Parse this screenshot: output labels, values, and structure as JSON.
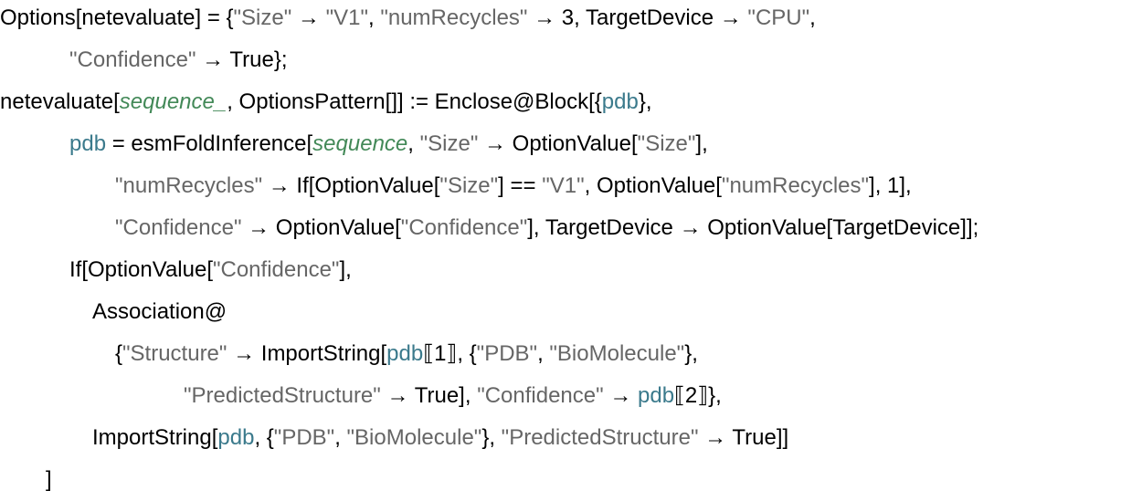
{
  "colors": {
    "string": "#666666",
    "pattern_var": "#438958",
    "local_var": "#3b7a8c",
    "plain": "#000000"
  },
  "lines": [
    {
      "indent": 0,
      "tokens": [
        [
          "plain",
          "Options[netevaluate] = {"
        ],
        [
          "str",
          "\"Size\""
        ],
        [
          "plain",
          " → "
        ],
        [
          "str",
          "\"V1\""
        ],
        [
          "plain",
          ", "
        ],
        [
          "str",
          "\"numRecycles\""
        ],
        [
          "plain",
          " → 3, TargetDevice → "
        ],
        [
          "str",
          "\"CPU\""
        ],
        [
          "plain",
          ","
        ]
      ]
    },
    {
      "indent": 3,
      "tokens": [
        [
          "str",
          "\"Confidence\""
        ],
        [
          "plain",
          " → True};"
        ]
      ]
    },
    {
      "indent": 0,
      "tokens": [
        [
          "plain",
          "netevaluate["
        ],
        [
          "var",
          "sequence_"
        ],
        [
          "plain",
          ", OptionsPattern[]] := Enclose@Block[{"
        ],
        [
          "loc",
          "pdb"
        ],
        [
          "plain",
          "},"
        ]
      ]
    },
    {
      "indent": 3,
      "tokens": [
        [
          "loc",
          "pdb"
        ],
        [
          "plain",
          " = esmFoldInference["
        ],
        [
          "var",
          "sequence"
        ],
        [
          "plain",
          ", "
        ],
        [
          "str",
          "\"Size\""
        ],
        [
          "plain",
          " → OptionValue["
        ],
        [
          "str",
          "\"Size\""
        ],
        [
          "plain",
          "],"
        ]
      ]
    },
    {
      "indent": 5,
      "tokens": [
        [
          "str",
          "\"numRecycles\""
        ],
        [
          "plain",
          " → If[OptionValue["
        ],
        [
          "str",
          "\"Size\""
        ],
        [
          "plain",
          "] == "
        ],
        [
          "str",
          "\"V1\""
        ],
        [
          "plain",
          ", OptionValue["
        ],
        [
          "str",
          "\"numRecycles\""
        ],
        [
          "plain",
          "], 1],"
        ]
      ]
    },
    {
      "indent": 5,
      "tokens": [
        [
          "str",
          "\"Confidence\""
        ],
        [
          "plain",
          " → OptionValue["
        ],
        [
          "str",
          "\"Confidence\""
        ],
        [
          "plain",
          "], TargetDevice → OptionValue[TargetDevice]];"
        ]
      ]
    },
    {
      "indent": 3,
      "tokens": [
        [
          "plain",
          "If[OptionValue["
        ],
        [
          "str",
          "\"Confidence\""
        ],
        [
          "plain",
          "],"
        ]
      ]
    },
    {
      "indent": 4,
      "tokens": [
        [
          "plain",
          "Association@"
        ]
      ]
    },
    {
      "indent": 5,
      "tokens": [
        [
          "plain",
          "{"
        ],
        [
          "str",
          "\"Structure\""
        ],
        [
          "plain",
          " → ImportString["
        ],
        [
          "loc",
          "pdb"
        ],
        [
          "plain",
          "⟦1⟧, {"
        ],
        [
          "str",
          "\"PDB\""
        ],
        [
          "plain",
          ", "
        ],
        [
          "str",
          "\"BioMolecule\""
        ],
        [
          "plain",
          "},"
        ]
      ]
    },
    {
      "indent": 8,
      "tokens": [
        [
          "str",
          "\"PredictedStructure\""
        ],
        [
          "plain",
          " → True], "
        ],
        [
          "str",
          "\"Confidence\""
        ],
        [
          "plain",
          " → "
        ],
        [
          "loc",
          "pdb"
        ],
        [
          "plain",
          "⟦2⟧},"
        ]
      ]
    },
    {
      "indent": 4,
      "tokens": [
        [
          "plain",
          "ImportString["
        ],
        [
          "loc",
          "pdb"
        ],
        [
          "plain",
          ", {"
        ],
        [
          "str",
          "\"PDB\""
        ],
        [
          "plain",
          ", "
        ],
        [
          "str",
          "\"BioMolecule\""
        ],
        [
          "plain",
          "}, "
        ],
        [
          "str",
          "\"PredictedStructure\""
        ],
        [
          "plain",
          " → True]]"
        ]
      ]
    },
    {
      "indent": 2,
      "tokens": [
        [
          "plain",
          "]"
        ]
      ]
    }
  ]
}
